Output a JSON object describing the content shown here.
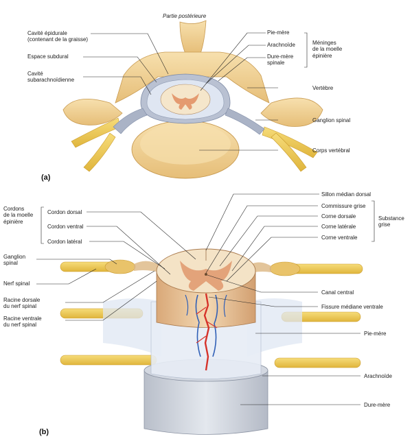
{
  "panel_a": {
    "letter": "(a)",
    "top_caption": "Partie postérieure",
    "labels": {
      "cavite_epidurale": "Cavité épidurale\n(contenant de la graisse)",
      "espace_subdural": "Espace subdural",
      "cavite_subarachnoidienne": "Cavité\nsubarachnoïdienne",
      "pie_mere": "Pie-mère",
      "arachnoide": "Arachnoïde",
      "dure_mere_spinale": "Dure-mère\nspinale",
      "meninges_group": "Méninges\nde la moelle\népinière",
      "vertebre": "Vertèbre",
      "ganglion_spinal": "Ganglion spinal",
      "corps_vertebral": "Corps vertébral"
    }
  },
  "panel_b": {
    "letter": "(b)",
    "labels": {
      "cordons_group": "Cordons\nde la moelle\népinière",
      "cordon_dorsal": "Cordon dorsal",
      "cordon_ventral": "Cordon ventral",
      "cordon_lateral": "Cordon latéral",
      "ganglion_spinal": "Ganglion\nspinal",
      "nerf_spinal": "Nerf spinal",
      "racine_dorsale": "Racine dorsale\ndu nerf spinal",
      "racine_ventrale": "Racine ventrale\ndu nerf spinal",
      "sillon_median_dorsal": "Sillon médian dorsal",
      "commissure_grise": "Commissure grise",
      "corne_dorsale": "Corne dorsale",
      "corne_laterale": "Corne latérale",
      "corne_ventrale": "Corne ventrale",
      "substance_grise_group": "Substance\ngrise",
      "canal_central": "Canal central",
      "fissure_mediane_ventrale": "Fissure médiane ventrale",
      "pie_mere": "Pie-mère",
      "arachnoide": "Arachnoïde",
      "dure_mere": "Dure-mère"
    }
  },
  "colors": {
    "bone": "#f2d49a",
    "bone_shade": "#dcae62",
    "gray_matter": "#e9b98f",
    "white_matter": "#f6e8cf",
    "nerve": "#f0cd55",
    "dura": "#c9cfd9",
    "arachnoid": "#d8e2f0",
    "artery": "#d6322a",
    "vein": "#2f5fb6",
    "line": "#222222"
  }
}
